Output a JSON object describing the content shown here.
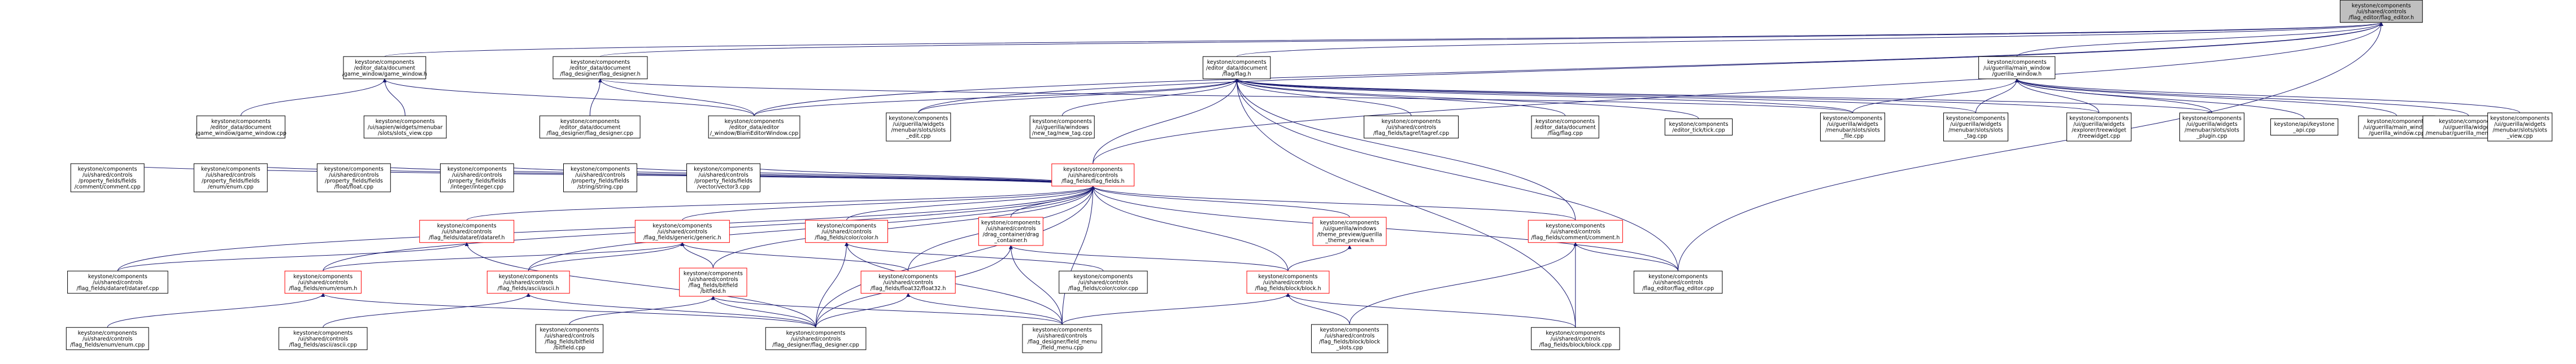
{
  "nodes": [
    {
      "id": "root",
      "lines": [
        "keystone/components",
        "/ui/shared/controls",
        "/flag_editor/flag_editor.h"
      ],
      "kind": "root"
    },
    {
      "id": "game_window_h",
      "lines": [
        "keystone/components",
        "/editor_data/document",
        "/game_window/game_window.h"
      ],
      "kind": "normal"
    },
    {
      "id": "flag_designer_h",
      "lines": [
        "keystone/components",
        "/editor_data/document",
        "/flag_designer/flag_designer.h"
      ],
      "kind": "normal"
    },
    {
      "id": "flag_h",
      "lines": [
        "keystone/components",
        "/editor_data/document",
        "/flag/flag.h"
      ],
      "kind": "normal"
    },
    {
      "id": "guerilla_main_window_h",
      "lines": [
        "keystone/components",
        "/ui/guerilla/main_window",
        "/guerilla_window.h"
      ],
      "kind": "normal"
    },
    {
      "id": "game_window_cpp",
      "lines": [
        "keystone/components",
        "/editor_data/document",
        "/game_window/game_window.cpp"
      ],
      "kind": "normal"
    },
    {
      "id": "slots_view_cpp",
      "lines": [
        "keystone/components",
        "/ui/sapien/widgets/menubar",
        "/slots/slots_view.cpp"
      ],
      "kind": "normal"
    },
    {
      "id": "flag_designer_cpp",
      "lines": [
        "keystone/components",
        "/editor_data/document",
        "/flag_designer/flag_designer.cpp"
      ],
      "kind": "normal"
    },
    {
      "id": "bam_editor_window_cpp",
      "lines": [
        "keystone/components",
        "/editor_data/editor",
        "/_window/BlamEditorWindow.cpp"
      ],
      "kind": "normal"
    },
    {
      "id": "slots_edit_cpp",
      "lines": [
        "keystone/components",
        "/ui/guerilla/widgets",
        "/menubar/slots/slots",
        "_edit.cpp"
      ],
      "kind": "normal"
    },
    {
      "id": "new_tag_view_cpp",
      "lines": [
        "keystone/components",
        "/ui/guerilla/windows",
        "/new_tag/new_tag.cpp"
      ],
      "kind": "normal"
    },
    {
      "id": "flag_fields_h",
      "lines": [
        "keystone/components",
        "/ui/shared/controls",
        "/flag_fields/flag_fields.h"
      ],
      "kind": "red"
    },
    {
      "id": "tag_flagref_cpp",
      "lines": [
        "keystone/components",
        "/ui/shared/controls",
        "/flag_fields/tagref/tagref.cpp"
      ],
      "kind": "normal"
    },
    {
      "id": "flag_cpp",
      "lines": [
        "keystone/components",
        "/editor_data/document",
        "/flag/flag.cpp"
      ],
      "kind": "normal"
    },
    {
      "id": "tick_cpp",
      "lines": [
        "keystone/components",
        "/editor_tick/tick.cpp"
      ],
      "kind": "normal"
    },
    {
      "id": "slots_file_cpp",
      "lines": [
        "keystone/components",
        "/ui/guerilla/widgets",
        "/menubar/slots/slots",
        "_file.cpp"
      ],
      "kind": "normal"
    },
    {
      "id": "slots_tag_cpp",
      "lines": [
        "keystone/components",
        "/ui/guerilla/widgets",
        "/menubar/slots/slots",
        "_tag.cpp"
      ],
      "kind": "normal"
    },
    {
      "id": "treewidget_cpp",
      "lines": [
        "keystone/components",
        "/ui/guerilla/widgets",
        "/explorer/treewidget",
        "/treewidget.cpp"
      ],
      "kind": "normal"
    },
    {
      "id": "slots_plugin_cpp",
      "lines": [
        "keystone/components",
        "/ui/guerilla/widgets",
        "/menubar/slots/slots",
        "_plugin.cpp"
      ],
      "kind": "normal"
    },
    {
      "id": "api_cpp",
      "lines": [
        "keystone/api/keystone",
        "_api.cpp"
      ],
      "kind": "normal"
    },
    {
      "id": "guerilla_window_cpp",
      "lines": [
        "keystone/components",
        "/ui/guerilla/main_window",
        "/guerilla_window.cpp"
      ],
      "kind": "normal"
    },
    {
      "id": "guerilla_menubar_cpp",
      "lines": [
        "keystone/components",
        "/ui/guerilla/widgets",
        "/menubar/guerilla_menubar.cpp"
      ],
      "kind": "normal"
    },
    {
      "id": "slots_view2_cpp",
      "lines": [
        "keystone/components",
        "/ui/guerilla/widgets",
        "/menubar/slots/slots",
        "_view.cpp"
      ],
      "kind": "normal"
    },
    {
      "id": "comment_cpp",
      "lines": [
        "keystone/components",
        "/ui/shared/controls",
        "/property_fields/fields",
        "/comment/comment.cpp"
      ],
      "kind": "normal"
    },
    {
      "id": "enum_cpp",
      "lines": [
        "keystone/components",
        "/ui/shared/controls",
        "/property_fields/fields",
        "/enum/enum.cpp"
      ],
      "kind": "normal"
    },
    {
      "id": "float_cpp",
      "lines": [
        "keystone/components",
        "/ui/shared/controls",
        "/property_fields/fields",
        "/float/float.cpp"
      ],
      "kind": "normal"
    },
    {
      "id": "integer_cpp",
      "lines": [
        "keystone/components",
        "/ui/shared/controls",
        "/property_fields/fields",
        "/integer/integer.cpp"
      ],
      "kind": "normal"
    },
    {
      "id": "string_cpp",
      "lines": [
        "keystone/components",
        "/ui/shared/controls",
        "/property_fields/fields",
        "/string/string.cpp"
      ],
      "kind": "normal"
    },
    {
      "id": "vector3_cpp",
      "lines": [
        "keystone/components",
        "/ui/shared/controls",
        "/property_fields/fields",
        "/vector/vector3.cpp"
      ],
      "kind": "normal"
    },
    {
      "id": "dataref_h",
      "lines": [
        "keystone/components",
        "/ui/shared/controls",
        "/flag_fields/dataref/dataref.h"
      ],
      "kind": "red"
    },
    {
      "id": "generic_h",
      "lines": [
        "keystone/components",
        "/ui/shared/controls",
        "/flag_fields/generic/generic.h"
      ],
      "kind": "red"
    },
    {
      "id": "color_h",
      "lines": [
        "keystone/components",
        "/ui/shared/controls",
        "/flag_fields/color/color.h"
      ],
      "kind": "red"
    },
    {
      "id": "drag_container_h",
      "lines": [
        "keystone/components",
        "/ui/shared/controls",
        "/drag_container/drag",
        "_container.h"
      ],
      "kind": "red"
    },
    {
      "id": "theme_preview_h",
      "lines": [
        "keystone/components",
        "/ui/guerilla/windows",
        "/theme_preview/guerilla",
        "_theme_preview.h"
      ],
      "kind": "red"
    },
    {
      "id": "comment_h",
      "lines": [
        "keystone/components",
        "/ui/shared/controls",
        "/flag_fields/comment/comment.h"
      ],
      "kind": "red"
    },
    {
      "id": "dataref_cpp",
      "lines": [
        "keystone/components",
        "/ui/shared/controls",
        "/flag_fields/dataref/dataref.cpp"
      ],
      "kind": "normal"
    },
    {
      "id": "enum_h",
      "lines": [
        "keystone/components",
        "/ui/shared/controls",
        "/flag_fields/enum/enum.h"
      ],
      "kind": "red"
    },
    {
      "id": "ascii_h",
      "lines": [
        "keystone/components",
        "/ui/shared/controls",
        "/flag_fields/ascii/ascii.h"
      ],
      "kind": "red"
    },
    {
      "id": "bitfield_h",
      "lines": [
        "keystone/components",
        "/ui/shared/controls",
        "/flag_fields/bitfield",
        "/bitfield.h"
      ],
      "kind": "red"
    },
    {
      "id": "float32_h",
      "lines": [
        "keystone/components",
        "/ui/shared/controls",
        "/flag_fields/float32/float32.h"
      ],
      "kind": "red"
    },
    {
      "id": "color_cpp",
      "lines": [
        "keystone/components",
        "/ui/shared/controls",
        "/flag_fields/color/color.cpp"
      ],
      "kind": "normal"
    },
    {
      "id": "block_h",
      "lines": [
        "keystone/components",
        "/ui/shared/controls",
        "/flag_fields/block/block.h"
      ],
      "kind": "red"
    },
    {
      "id": "flag_editor_cpp",
      "lines": [
        "keystone/components",
        "/ui/shared/controls",
        "/flag_editor/flag_editor.cpp"
      ],
      "kind": "normal"
    },
    {
      "id": "enum2_cpp",
      "lines": [
        "keystone/components",
        "/ui/shared/controls",
        "/flag_fields/enum/enum.cpp"
      ],
      "kind": "normal"
    },
    {
      "id": "ascii_cpp",
      "lines": [
        "keystone/components",
        "/ui/shared/controls",
        "/flag_fields/ascii/ascii.cpp"
      ],
      "kind": "normal"
    },
    {
      "id": "bitfield_cpp",
      "lines": [
        "keystone/components",
        "/ui/shared/controls",
        "/flag_fields/bitfield",
        "/bitfield.cpp"
      ],
      "kind": "normal"
    },
    {
      "id": "flag_designer2_cpp",
      "lines": [
        "keystone/components",
        "/ui/shared/controls",
        "/flag_designer/flag_designer.cpp"
      ],
      "kind": "normal"
    },
    {
      "id": "field_menu_cpp",
      "lines": [
        "keystone/components",
        "/ui/shared/controls",
        "/flag_designer/field_menu",
        "/field_menu.cpp"
      ],
      "kind": "normal"
    },
    {
      "id": "block_slots_cpp",
      "lines": [
        "keystone/components",
        "/ui/shared/controls",
        "/flag_fields/block/block",
        "_slots.cpp"
      ],
      "kind": "normal"
    },
    {
      "id": "block_cpp",
      "lines": [
        "keystone/components",
        "/ui/shared/controls",
        "/flag_fields/block/block.cpp"
      ],
      "kind": "normal"
    }
  ],
  "edges": [
    [
      "game_window_h",
      "root"
    ],
    [
      "flag_designer_h",
      "root"
    ],
    [
      "flag_h",
      "root"
    ],
    [
      "guerilla_main_window_h",
      "root"
    ],
    [
      "flag_fields_h",
      "root"
    ],
    [
      "bam_editor_window_cpp",
      "root"
    ],
    [
      "flag_editor_cpp",
      "root"
    ],
    [
      "slots_edit_cpp",
      "root"
    ],
    [
      "game_window_cpp",
      "game_window_h"
    ],
    [
      "slots_view_cpp",
      "game_window_h"
    ],
    [
      "bam_editor_window_cpp",
      "game_window_h"
    ],
    [
      "flag_designer_cpp",
      "flag_designer_h"
    ],
    [
      "bam_editor_window_cpp",
      "flag_designer_h"
    ],
    [
      "slots_file_cpp",
      "flag_designer_h"
    ],
    [
      "flag_fields_h",
      "flag_h"
    ],
    [
      "slots_edit_cpp",
      "flag_h"
    ],
    [
      "new_tag_view_cpp",
      "flag_h"
    ],
    [
      "tag_flagref_cpp",
      "flag_h"
    ],
    [
      "flag_cpp",
      "flag_h"
    ],
    [
      "tick_cpp",
      "flag_h"
    ],
    [
      "slots_file_cpp",
      "flag_h"
    ],
    [
      "slots_tag_cpp",
      "flag_h"
    ],
    [
      "treewidget_cpp",
      "flag_h"
    ],
    [
      "slots_plugin_cpp",
      "flag_h"
    ],
    [
      "bam_editor_window_cpp",
      "flag_h"
    ],
    [
      "flag_editor_cpp",
      "flag_h"
    ],
    [
      "block_cpp",
      "flag_h"
    ],
    [
      "comment_h",
      "flag_h"
    ],
    [
      "slots_file_cpp",
      "guerilla_main_window_h"
    ],
    [
      "slots_tag_cpp",
      "guerilla_main_window_h"
    ],
    [
      "treewidget_cpp",
      "guerilla_main_window_h"
    ],
    [
      "slots_plugin_cpp",
      "guerilla_main_window_h"
    ],
    [
      "api_cpp",
      "guerilla_main_window_h"
    ],
    [
      "guerilla_window_cpp",
      "guerilla_main_window_h"
    ],
    [
      "guerilla_menubar_cpp",
      "guerilla_main_window_h"
    ],
    [
      "slots_view2_cpp",
      "guerilla_main_window_h"
    ],
    [
      "comment_cpp",
      "flag_fields_h"
    ],
    [
      "enum_cpp",
      "flag_fields_h"
    ],
    [
      "float_cpp",
      "flag_fields_h"
    ],
    [
      "integer_cpp",
      "flag_fields_h"
    ],
    [
      "string_cpp",
      "flag_fields_h"
    ],
    [
      "vector3_cpp",
      "flag_fields_h"
    ],
    [
      "dataref_h",
      "flag_fields_h"
    ],
    [
      "generic_h",
      "flag_fields_h"
    ],
    [
      "color_h",
      "flag_fields_h"
    ],
    [
      "drag_container_h",
      "flag_fields_h"
    ],
    [
      "theme_preview_h",
      "flag_fields_h"
    ],
    [
      "comment_h",
      "flag_fields_h"
    ],
    [
      "enum_h",
      "flag_fields_h"
    ],
    [
      "ascii_h",
      "flag_fields_h"
    ],
    [
      "bitfield_h",
      "flag_fields_h"
    ],
    [
      "float32_h",
      "flag_fields_h"
    ],
    [
      "block_h",
      "flag_fields_h"
    ],
    [
      "flag_editor_cpp",
      "flag_fields_h"
    ],
    [
      "flag_designer2_cpp",
      "flag_fields_h"
    ],
    [
      "field_menu_cpp",
      "flag_fields_h"
    ],
    [
      "dataref_cpp",
      "flag_fields_h"
    ],
    [
      "dataref_cpp",
      "dataref_h"
    ],
    [
      "flag_designer2_cpp",
      "dataref_h"
    ],
    [
      "enum_h",
      "generic_h"
    ],
    [
      "ascii_h",
      "generic_h"
    ],
    [
      "bitfield_h",
      "generic_h"
    ],
    [
      "float32_h",
      "generic_h"
    ],
    [
      "color_cpp",
      "color_h"
    ],
    [
      "field_menu_cpp",
      "color_h"
    ],
    [
      "flag_designer2_cpp",
      "color_h"
    ],
    [
      "block_h",
      "drag_container_h"
    ],
    [
      "field_menu_cpp",
      "drag_container_h"
    ],
    [
      "flag_designer2_cpp",
      "drag_container_h"
    ],
    [
      "block_h",
      "theme_preview_h"
    ],
    [
      "flag_editor_cpp",
      "comment_h"
    ],
    [
      "block_cpp",
      "comment_h"
    ],
    [
      "block_slots_cpp",
      "comment_h"
    ],
    [
      "enum2_cpp",
      "enum_h"
    ],
    [
      "flag_designer2_cpp",
      "enum_h"
    ],
    [
      "ascii_cpp",
      "ascii_h"
    ],
    [
      "flag_designer2_cpp",
      "ascii_h"
    ],
    [
      "bitfield_cpp",
      "bitfield_h"
    ],
    [
      "field_menu_cpp",
      "bitfield_h"
    ],
    [
      "flag_designer2_cpp",
      "bitfield_h"
    ],
    [
      "field_menu_cpp",
      "float32_h"
    ],
    [
      "flag_designer2_cpp",
      "float32_h"
    ],
    [
      "block_slots_cpp",
      "block_h"
    ],
    [
      "block_cpp",
      "block_h"
    ],
    [
      "field_menu_cpp",
      "block_h"
    ]
  ]
}
